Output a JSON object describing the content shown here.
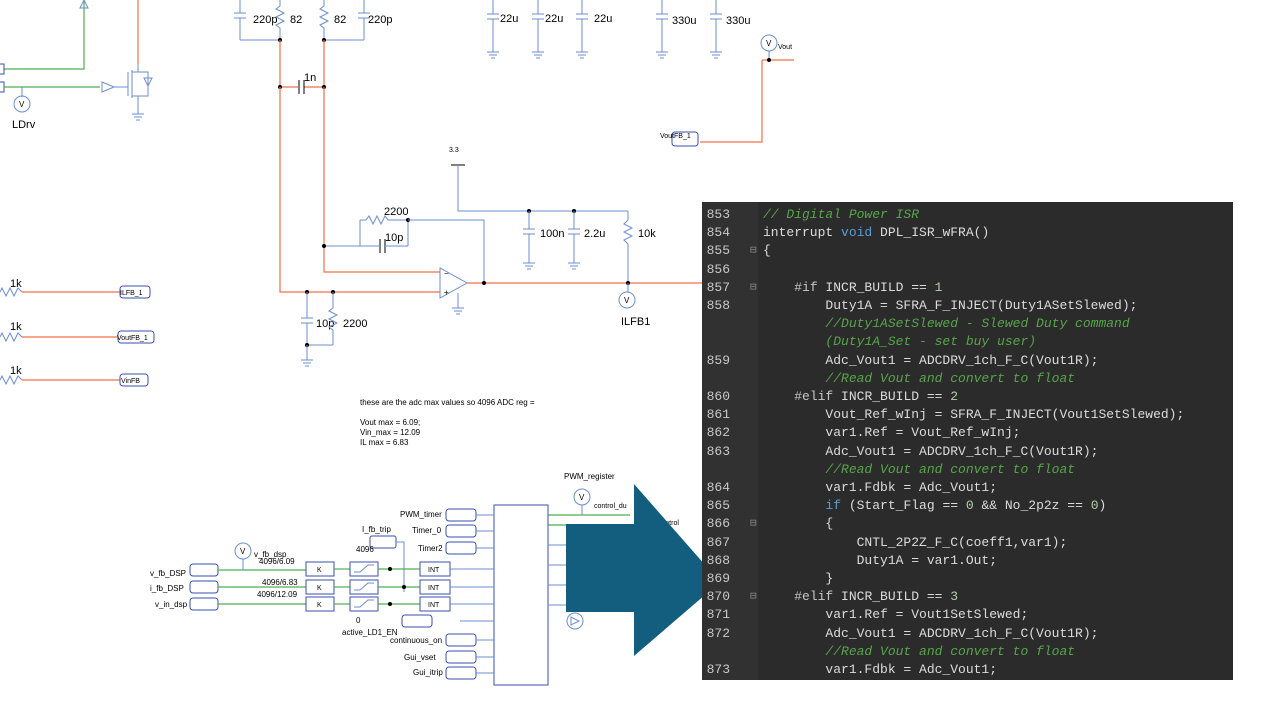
{
  "schematic": {
    "labels": {
      "ldrv": "LDrv",
      "c220p_left": "220p",
      "r82_left": "82",
      "r82_right": "82",
      "c220p_right": "220p",
      "c22u_1": "22u",
      "c22u_2": "22u",
      "c22u_3": "22u",
      "c330u_1": "330u",
      "c330u_2": "330u",
      "vout_probe": "Vout",
      "voutfb_tag": "VoutFB_1",
      "c1n": "1n",
      "v33": "3.3",
      "r2200_top": "2200",
      "c10p_top": "10p",
      "c100n": "100n",
      "c2u2": "2.2u",
      "r10k": "10k",
      "ilfb1": "ILFB1",
      "c10p_bot": "10p",
      "r2200_bot": "2200",
      "r1k_1": "1k",
      "r1k_2": "1k",
      "r1k_3": "1k",
      "tag_ilfb": "ILFB_1",
      "tag_voutfb": "VoutFB_1",
      "tag_vinfb": "VinFB",
      "pwm_register": "PWM_register",
      "pwm_timer": "PWM_timer",
      "timer0": "Timer_0",
      "timer2": "Timer2",
      "i_fb_trip": "I_fb_trip",
      "k4096": "4096",
      "v_fb_dsp_probe": "v_fb_dsp",
      "gain1": "4096/6.09",
      "gain2": "4096/6.83",
      "gain3": "4096/12.09",
      "in_v_fb": "v_fb_DSP",
      "in_i_fb": "i_fb_DSP",
      "in_v_in": "v_in_dsp",
      "zero": "0",
      "active_ld1_en": "active_LD1_EN",
      "continuous_on": "continuous_on",
      "gui_vset": "Gui_vset",
      "gui_itrip": "Gui_itrip",
      "control_du": "control_du",
      "control_out": "_control",
      "k_label": "K",
      "int_label": "INT"
    },
    "note": {
      "title": "these are the adc max values so 4096 ADC reg =",
      "lines": [
        "Vout max = 6.09;",
        "Vin_max = 12.09",
        "IL max = 6.83"
      ]
    }
  },
  "arrow": {
    "color": "#135d7e"
  },
  "code": {
    "lines": [
      {
        "n": "853",
        "fold": "",
        "text": "// Digital Power ISR",
        "kind": "comment"
      },
      {
        "n": "854",
        "fold": "",
        "text": "interrupt void DPL_ISR_wFRA()",
        "kind": "decl"
      },
      {
        "n": "855",
        "fold": "⊟",
        "text": "{",
        "kind": "plain"
      },
      {
        "n": "856",
        "fold": "",
        "text": "",
        "kind": "plain"
      },
      {
        "n": "857",
        "fold": "⊟",
        "text": "    #if INCR_BUILD == 1",
        "kind": "pp"
      },
      {
        "n": "858",
        "fold": "",
        "text": "        Duty1A = SFRA_F_INJECT(Duty1ASetSlewed);",
        "kind": "plain"
      },
      {
        "n": "",
        "fold": "",
        "text": "        //Duty1ASetSlewed - Slewed Duty command",
        "kind": "comment"
      },
      {
        "n": "",
        "fold": "",
        "text": "        (Duty1A_Set - set buy user)",
        "kind": "comment"
      },
      {
        "n": "859",
        "fold": "",
        "text": "        Adc_Vout1 = ADCDRV_1ch_F_C(Vout1R);",
        "kind": "plain"
      },
      {
        "n": "",
        "fold": "",
        "text": "        //Read Vout and convert to float",
        "kind": "comment"
      },
      {
        "n": "860",
        "fold": "",
        "text": "    #elif INCR_BUILD == 2",
        "kind": "pp"
      },
      {
        "n": "861",
        "fold": "",
        "text": "        Vout_Ref_wInj = SFRA_F_INJECT(Vout1SetSlewed);",
        "kind": "plain"
      },
      {
        "n": "862",
        "fold": "",
        "text": "        var1.Ref = Vout_Ref_wInj;",
        "kind": "plain"
      },
      {
        "n": "863",
        "fold": "",
        "text": "        Adc_Vout1 = ADCDRV_1ch_F_C(Vout1R);",
        "kind": "plain"
      },
      {
        "n": "",
        "fold": "",
        "text": "        //Read Vout and convert to float",
        "kind": "comment"
      },
      {
        "n": "864",
        "fold": "",
        "text": "        var1.Fdbk = Adc_Vout1;",
        "kind": "plain"
      },
      {
        "n": "865",
        "fold": "",
        "text": "        if (Start_Flag == 0 && No_2p2z == 0)",
        "kind": "if"
      },
      {
        "n": "866",
        "fold": "⊟",
        "text": "        {",
        "kind": "plain"
      },
      {
        "n": "867",
        "fold": "",
        "text": "            CNTL_2P2Z_F_C(coeff1,var1);",
        "kind": "plain"
      },
      {
        "n": "868",
        "fold": "",
        "text": "            Duty1A = var1.Out;",
        "kind": "plain"
      },
      {
        "n": "869",
        "fold": "",
        "text": "        }",
        "kind": "plain"
      },
      {
        "n": "870",
        "fold": "⊟",
        "text": "    #elif INCR_BUILD == 3",
        "kind": "pp"
      },
      {
        "n": "871",
        "fold": "",
        "text": "        var1.Ref = Vout1SetSlewed;",
        "kind": "plain"
      },
      {
        "n": "872",
        "fold": "",
        "text": "        Adc_Vout1 = ADCDRV_1ch_F_C(Vout1R);",
        "kind": "plain"
      },
      {
        "n": "",
        "fold": "",
        "text": "        //Read Vout and convert to float",
        "kind": "comment"
      },
      {
        "n": "873",
        "fold": "",
        "text": "        var1.Fdbk = Adc_Vout1;",
        "kind": "plain"
      }
    ]
  }
}
